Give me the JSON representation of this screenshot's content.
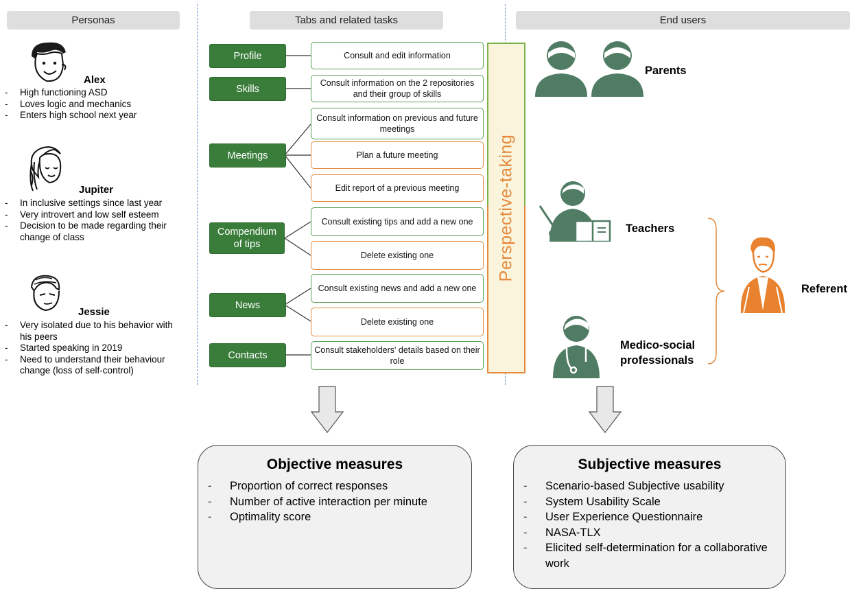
{
  "headers": {
    "personas": "Personas",
    "tabs": "Tabs and related tasks",
    "end_users": "End users"
  },
  "personas": [
    {
      "name": "Alex",
      "traits": [
        "High functioning ASD",
        "Loves logic and mechanics",
        "Enters high school next year"
      ]
    },
    {
      "name": "Jupiter",
      "traits": [
        "In inclusive settings since last year",
        "Very introvert and low self esteem",
        "Decision to be made regarding their change of class"
      ]
    },
    {
      "name": "Jessie",
      "traits": [
        "Very isolated due to his behavior with his peers",
        "Started speaking in 2019",
        "Need to understand their behaviour change (loss of self-control)"
      ]
    }
  ],
  "tabs": [
    {
      "label": "Profile",
      "tasks": [
        {
          "text": "Consult and edit information",
          "color": "green"
        }
      ]
    },
    {
      "label": "Skills",
      "tasks": [
        {
          "text": "Consult information on the 2 repositories and their group of skills",
          "color": "green"
        }
      ]
    },
    {
      "label": "Meetings",
      "tasks": [
        {
          "text": "Consult information on previous and future meetings",
          "color": "green"
        },
        {
          "text": "Plan a future meeting",
          "color": "orange"
        },
        {
          "text": "Edit report of a previous meeting",
          "color": "orange"
        }
      ]
    },
    {
      "label": "Compendium of tips",
      "tasks": [
        {
          "text": "Consult existing tips and add a new one",
          "color": "green"
        },
        {
          "text": "Delete existing one",
          "color": "orange"
        }
      ]
    },
    {
      "label": "News",
      "tasks": [
        {
          "text": "Consult existing news and add a new one",
          "color": "green"
        },
        {
          "text": "Delete existing one",
          "color": "orange"
        }
      ]
    },
    {
      "label": "Contacts",
      "tasks": [
        {
          "text": "Consult stakeholders' details based on their role",
          "color": "green"
        }
      ]
    }
  ],
  "perspective_taking": "Perspective-taking",
  "end_users": {
    "parents": "Parents",
    "teachers": "Teachers",
    "medico_social": "Medico-social professionals",
    "referent": "Referent"
  },
  "objective": {
    "title": "Objective measures",
    "items": [
      "Proportion of correct responses",
      "Number of active interaction per minute",
      "Optimality score"
    ]
  },
  "subjective": {
    "title": "Subjective measures",
    "items": [
      "Scenario-based Subjective usability",
      "System Usability Scale",
      "User Experience Questionnaire",
      "NASA-TLX",
      "Elicited self-determination for a collaborative work"
    ]
  },
  "colors": {
    "tab_green": "#3a7d3b",
    "task_green_border": "#58a053",
    "task_orange_border": "#e38a3d",
    "user_icon_green": "#4f7c63",
    "referent_orange": "#e8822e",
    "perspective_fill": "#fbf4dc"
  }
}
